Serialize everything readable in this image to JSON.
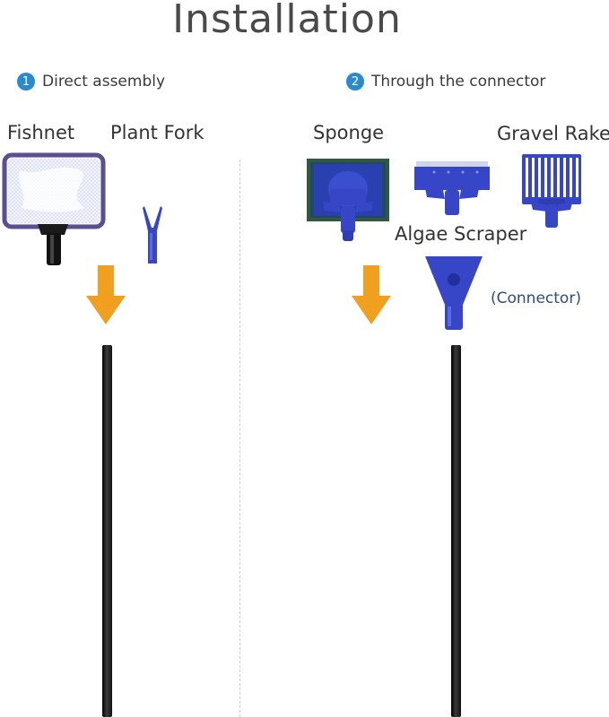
{
  "title": "Installation",
  "steps": [
    {
      "number": "1",
      "label": "Direct assembly"
    },
    {
      "number": "2",
      "label": "Through the connector"
    }
  ],
  "parts": {
    "fishnet": "Fishnet",
    "plant_fork": "Plant Fork",
    "sponge": "Sponge",
    "gravel_rake": "Gravel Rake",
    "algae_scraper": "Algae Scraper",
    "connector": "(Connector)"
  },
  "colors": {
    "arrow": "#f0a01e",
    "tool_blue": "#3040c0",
    "badge": "#2a8ad0",
    "pole": "#111111"
  }
}
